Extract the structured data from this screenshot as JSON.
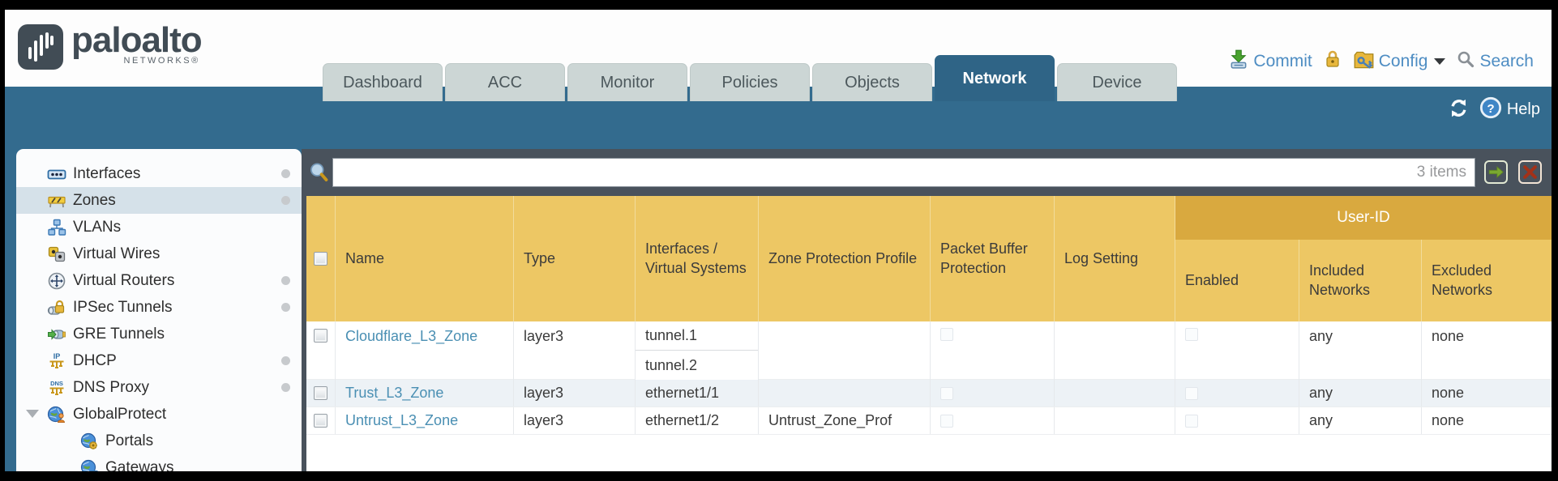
{
  "colors": {
    "band_teal": "#336b8e",
    "active_tab": "#2f6486",
    "frame": "#000000",
    "content_slate": "#49525c",
    "header_amber": "#edc764",
    "user_id_amber": "#d9a93f",
    "link_blue": "#4a8fb3",
    "action_blue": "#4e8dc3",
    "selected_item_bg": "#d5e1e9"
  },
  "header": {
    "logo": {
      "brand": "paloalto",
      "sub": "NETWORKS®"
    },
    "tabs": [
      {
        "label": "Dashboard",
        "active": false
      },
      {
        "label": "ACC",
        "active": false
      },
      {
        "label": "Monitor",
        "active": false
      },
      {
        "label": "Policies",
        "active": false
      },
      {
        "label": "Objects",
        "active": false
      },
      {
        "label": "Network",
        "active": true
      },
      {
        "label": "Device",
        "active": false
      }
    ],
    "actions": {
      "commit": "Commit",
      "config": "Config",
      "search": "Search"
    }
  },
  "toolbar": {
    "help": "Help"
  },
  "sidebar": {
    "items": [
      {
        "label": "Interfaces",
        "icon": "interfaces-icon",
        "dot": true,
        "selected": false
      },
      {
        "label": "Zones",
        "icon": "zones-icon",
        "dot": true,
        "selected": true
      },
      {
        "label": "VLANs",
        "icon": "vlans-icon",
        "dot": false,
        "selected": false
      },
      {
        "label": "Virtual Wires",
        "icon": "virtual-wires-icon",
        "dot": false,
        "selected": false
      },
      {
        "label": "Virtual Routers",
        "icon": "virtual-routers-icon",
        "dot": true,
        "selected": false
      },
      {
        "label": "IPSec Tunnels",
        "icon": "ipsec-tunnels-icon",
        "dot": true,
        "selected": false
      },
      {
        "label": "GRE Tunnels",
        "icon": "gre-tunnels-icon",
        "dot": false,
        "selected": false
      },
      {
        "label": "DHCP",
        "icon": "dhcp-icon",
        "dot": true,
        "selected": false
      },
      {
        "label": "DNS Proxy",
        "icon": "dns-proxy-icon",
        "dot": true,
        "selected": false
      },
      {
        "label": "GlobalProtect",
        "icon": "globalprotect-icon",
        "dot": false,
        "selected": false,
        "expanded": true
      },
      {
        "label": "Portals",
        "icon": "portals-icon",
        "dot": false,
        "selected": false,
        "indent": true
      },
      {
        "label": "Gateways",
        "icon": "gateways-icon",
        "dot": false,
        "selected": false,
        "indent": true
      }
    ]
  },
  "filter": {
    "query": "",
    "count_label": "3 items"
  },
  "table": {
    "user_id_group": "User-ID",
    "columns": [
      "Name",
      "Type",
      "Interfaces / Virtual Systems",
      "Zone Protection Profile",
      "Packet Buffer Protection",
      "Log Setting",
      "Enabled",
      "Included Networks",
      "Excluded Networks"
    ],
    "rows": [
      {
        "name": "Cloudflare_L3_Zone",
        "type": "layer3",
        "interfaces": [
          "tunnel.1",
          "tunnel.2"
        ],
        "zone_protection_profile": "",
        "packet_buffer_protection": false,
        "log_setting": "",
        "user_id_enabled": false,
        "included_networks": "any",
        "excluded_networks": "none"
      },
      {
        "name": "Trust_L3_Zone",
        "type": "layer3",
        "interfaces": [
          "ethernet1/1"
        ],
        "zone_protection_profile": "",
        "packet_buffer_protection": false,
        "log_setting": "",
        "user_id_enabled": false,
        "included_networks": "any",
        "excluded_networks": "none"
      },
      {
        "name": "Untrust_L3_Zone",
        "type": "layer3",
        "interfaces": [
          "ethernet1/2"
        ],
        "zone_protection_profile": "Untrust_Zone_Prof",
        "packet_buffer_protection": false,
        "log_setting": "",
        "user_id_enabled": false,
        "included_networks": "any",
        "excluded_networks": "none"
      }
    ]
  }
}
